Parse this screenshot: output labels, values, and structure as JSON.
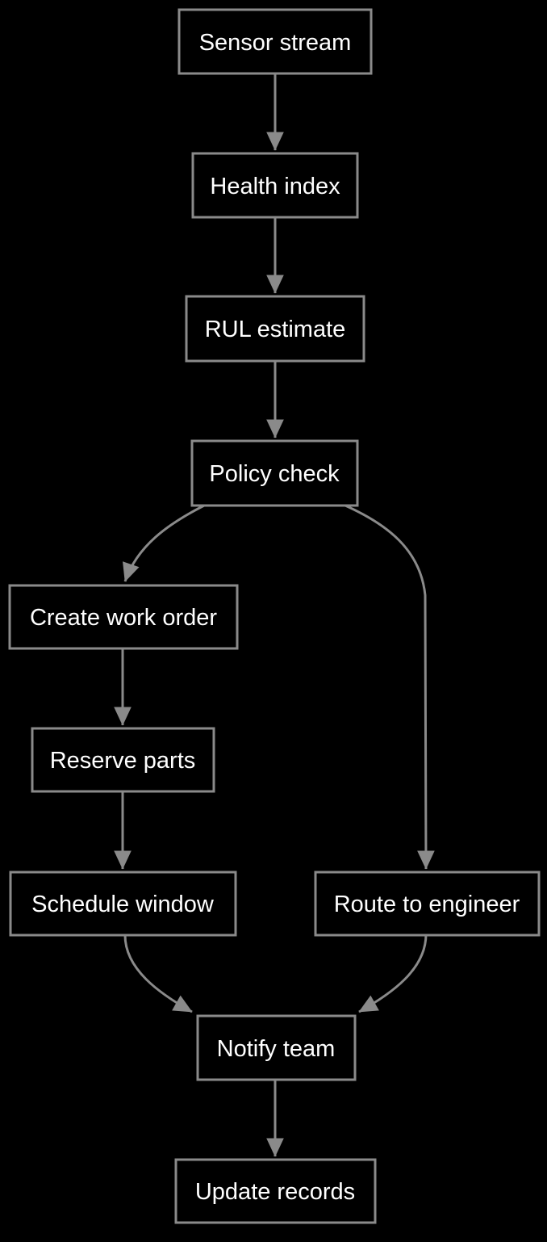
{
  "diagram": {
    "type": "flowchart",
    "colors": {
      "background": "#000000",
      "node_border": "#8a8a8a",
      "node_fill": "#000000",
      "edge": "#8a8a8a",
      "arrowhead": "#8a8a8a",
      "label_text": "#ffffff"
    },
    "nodes": {
      "sensor_stream": {
        "label": "Sensor stream"
      },
      "health_index": {
        "label": "Health index"
      },
      "rul_estimate": {
        "label": "RUL estimate"
      },
      "policy_check": {
        "label": "Policy check"
      },
      "create_work_order": {
        "label": "Create work order"
      },
      "reserve_parts": {
        "label": "Reserve parts"
      },
      "schedule_window": {
        "label": "Schedule window"
      },
      "route_to_engineer": {
        "label": "Route to engineer"
      },
      "notify_team": {
        "label": "Notify team"
      },
      "update_records": {
        "label": "Update records"
      }
    },
    "edges": [
      {
        "from": "Sensor stream",
        "to": "Health index"
      },
      {
        "from": "Health index",
        "to": "RUL estimate"
      },
      {
        "from": "RUL estimate",
        "to": "Policy check"
      },
      {
        "from": "Policy check",
        "to": "Create work order"
      },
      {
        "from": "Policy check",
        "to": "Route to engineer"
      },
      {
        "from": "Create work order",
        "to": "Reserve parts"
      },
      {
        "from": "Reserve parts",
        "to": "Schedule window"
      },
      {
        "from": "Schedule window",
        "to": "Notify team"
      },
      {
        "from": "Route to engineer",
        "to": "Notify team"
      },
      {
        "from": "Notify team",
        "to": "Update records"
      }
    ]
  }
}
